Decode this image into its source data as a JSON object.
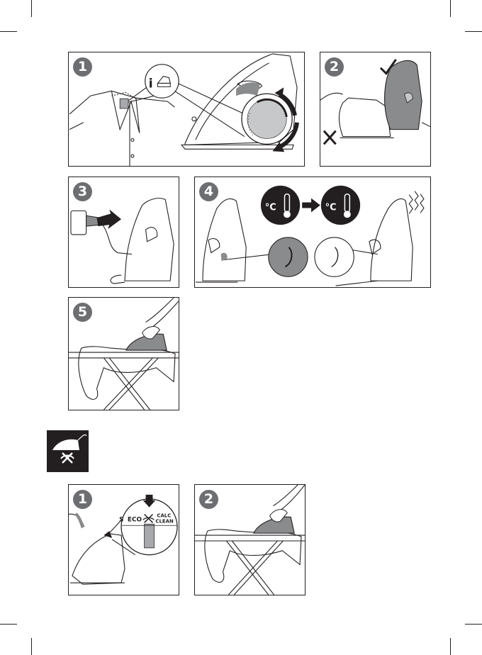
{
  "colors": {
    "ink": "#231f20",
    "badge": "#6d6e71",
    "grey_fill": "#8a8b8d",
    "light_grey": "#c7c8ca"
  },
  "steps_top": [
    {
      "number": "1"
    },
    {
      "number": "2"
    },
    {
      "number": "3"
    },
    {
      "number": "4"
    },
    {
      "number": "5"
    }
  ],
  "section_icon": {
    "icon": "calc-clean-iron-icon"
  },
  "steps_bottom": [
    {
      "number": "1"
    },
    {
      "number": "2"
    }
  ],
  "dial_labels": {
    "eco": "ECO",
    "calc": "CALC",
    "clean": "CLEAN"
  },
  "temp_unit": "°C"
}
